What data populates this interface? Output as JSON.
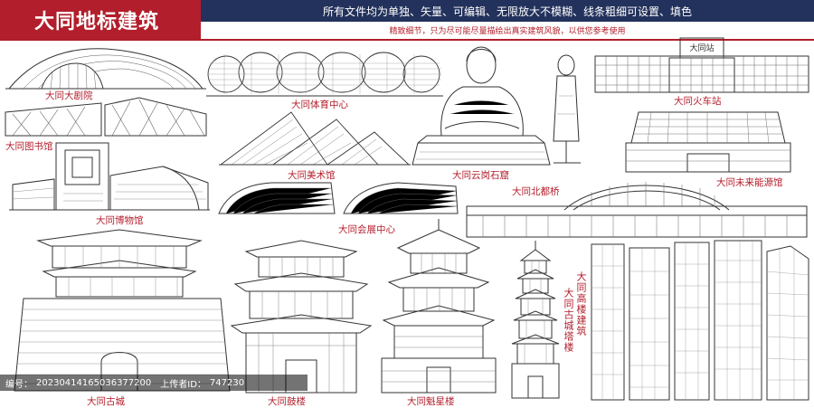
{
  "header": {
    "title": "大同地标建筑",
    "notice": "所有文件均为单独、矢量、可编辑、无限放大不模糊、线条粗细可设置、填色",
    "subnotice": "精致细节，只为尽可能尽量描绘出真实建筑风貌，以供您参考使用"
  },
  "labels": {
    "grand_theatre": "大同大剧院",
    "sports_center": "大同体育中心",
    "yungang": "大同云岗石窟",
    "station": "大同火车站",
    "library": "大同图书馆",
    "art_museum": "大同美术馆",
    "energy_museum": "大同未来能源馆",
    "museum": "大同博物馆",
    "expo": "大同会展中心",
    "beidu_bridge": "大同北都桥",
    "ancient_city": "大同古城",
    "drum_tower": "大同鼓楼",
    "kuixing": "大同魁星楼",
    "pagoda": "大同古城塔楼",
    "highrise": "大同高楼建筑",
    "station_sign": "大同站"
  },
  "watermark": {
    "id_label": "编号：",
    "id_value": "20230414165036377200",
    "uploader_label": "上传者ID：",
    "uploader_value": "747230"
  },
  "colors": {
    "accent_red": "#b21e2b",
    "navy": "#23325c",
    "line": "#333333"
  }
}
